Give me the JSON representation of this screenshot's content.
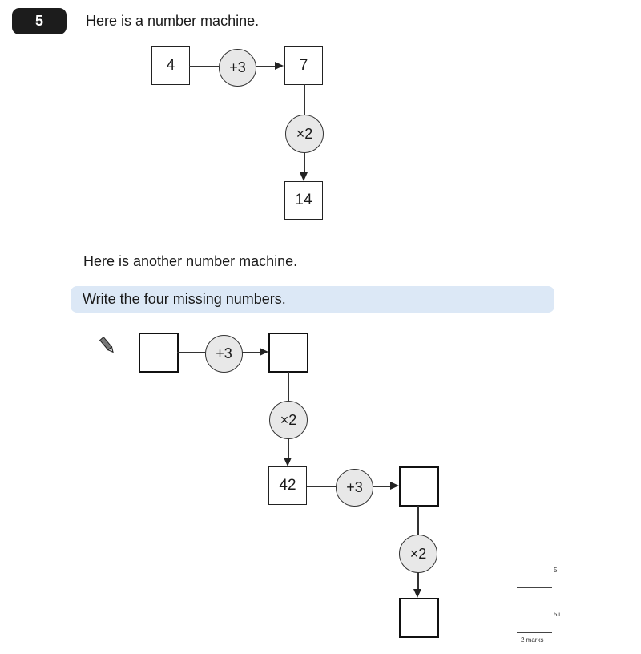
{
  "question": {
    "number": "5",
    "intro": "Here is a number machine.",
    "second_intro": "Here is another number machine.",
    "instruction": "Write the four missing numbers."
  },
  "example_machine": {
    "input": "4",
    "op1": "+3",
    "mid": "7",
    "op2": "×2",
    "output": "14"
  },
  "answer_machine": {
    "box1": "",
    "op1": "+3",
    "box2": "",
    "op2": "×2",
    "given": "42",
    "op3": "+3",
    "box3": "",
    "op4": "×2",
    "box4": ""
  },
  "marks": {
    "label_1": "5i",
    "label_2": "5ii",
    "total": "2 marks"
  },
  "icons": {
    "pencil": "pencil-icon"
  }
}
